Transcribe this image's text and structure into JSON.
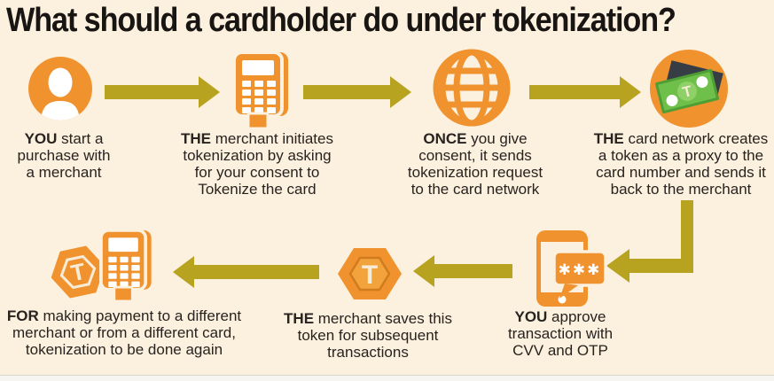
{
  "title": "What should a cardholder do under tokenization?",
  "colors": {
    "background": "#fcf0de",
    "icon_orange": "#f0922e",
    "arrow_olive": "#b7a31f",
    "text_ink": "#292320",
    "banknote_green": "#6ec04a",
    "banknote_green_dark": "#4f9e35",
    "banknote_back_dark": "#363d45"
  },
  "token_letter": "T",
  "otp_symbols": "✱✱✱",
  "steps": [
    {
      "icon": "person-icon",
      "bold": "YOU",
      "text": " start a\npurchase with\na merchant"
    },
    {
      "icon": "pos-terminal-icon",
      "bold": "THE",
      "text": " merchant initiates\ntokenization by asking\nfor your consent to\nTokenize the card"
    },
    {
      "icon": "globe-icon",
      "bold": "ONCE",
      "text": " you give\nconsent, it sends\ntokenization request\nto the card network"
    },
    {
      "icon": "banknote-token-icon",
      "bold": "THE",
      "text": " card network creates\na token as a proxy to the\ncard number and sends it\nback to the merchant"
    },
    {
      "icon": "smartphone-otp-icon",
      "bold": "YOU",
      "text": " approve\ntransaction with\nCVV and OTP"
    },
    {
      "icon": "token-hexagon-icon",
      "bold": "THE",
      "text": " merchant saves this\ntoken for subsequent\ntransactions"
    },
    {
      "icon": "token-pos-terminal-icon",
      "bold": "FOR",
      "text": " making payment to a different\nmerchant or from a different card,\ntokenization to be done again"
    }
  ]
}
